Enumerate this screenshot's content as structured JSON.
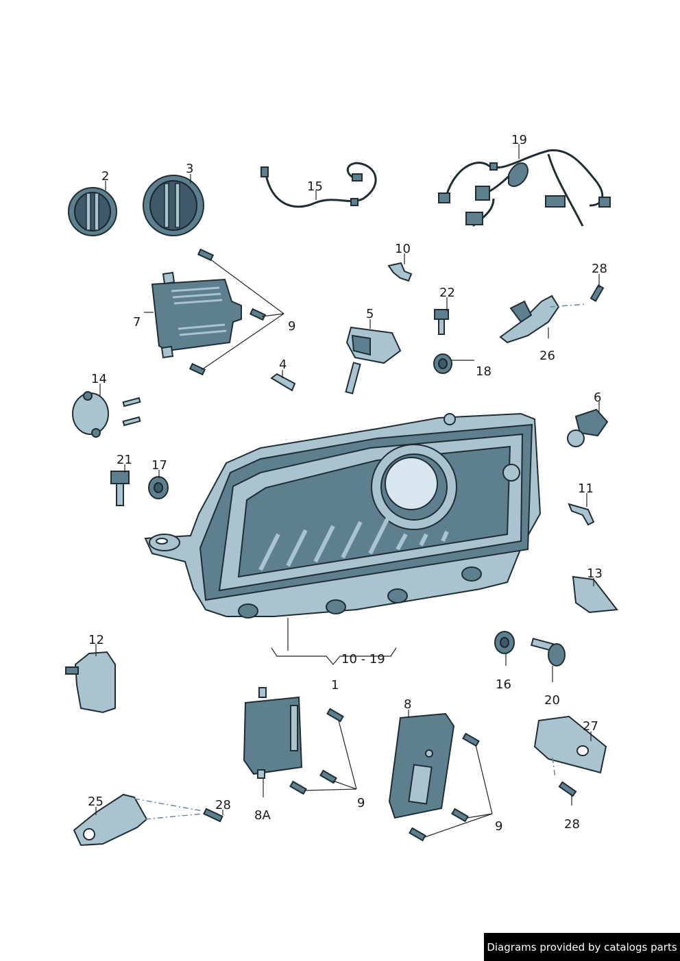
{
  "callouts": {
    "c1": "1",
    "c2": "2",
    "c3": "3",
    "c4": "4",
    "c5": "5",
    "c6": "6",
    "c7": "7",
    "c8": "8",
    "c8a": "8A",
    "c9a": "9",
    "c9b": "9",
    "c9c": "9",
    "c10": "10",
    "c10_19": "10 - 19",
    "c11": "11",
    "c12": "12",
    "c13": "13",
    "c14": "14",
    "c15": "15",
    "c16": "16",
    "c17": "17",
    "c18": "18",
    "c19": "19",
    "c20": "20",
    "c21": "21",
    "c22": "22",
    "c25": "25",
    "c26": "26",
    "c27": "27",
    "c28a": "28",
    "c28b": "28",
    "c28c": "28"
  },
  "footer": {
    "credit": "Diagrams provided by catalogs parts"
  },
  "colors": {
    "part": "#5e7f8e",
    "part_light": "#a9c3cf",
    "outline": "#1f2d33",
    "credit_bg": "#000000"
  }
}
